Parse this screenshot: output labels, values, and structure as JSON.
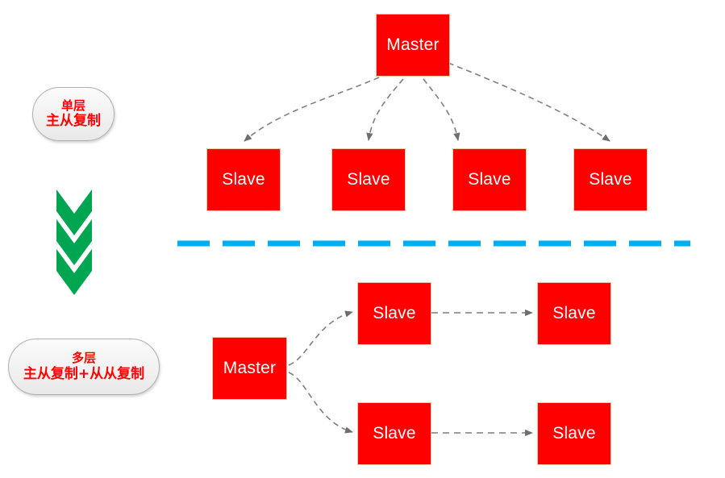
{
  "diagram": {
    "title_top_label": "单层\n主从复制",
    "background": "#ffffff",
    "node_color": "#FF0000",
    "node_text_color": "#ffffff",
    "connector_color": "#7F7F7F",
    "divider_color": "#00AEEF",
    "chevron_color": "#00A551",
    "pill_text_color": "#FF0000"
  },
  "sections": {
    "top": {
      "pill": {
        "line1": "单层",
        "line2": "主从复制"
      },
      "master": {
        "label": "Master"
      },
      "slaves": [
        {
          "label": "Slave"
        },
        {
          "label": "Slave"
        },
        {
          "label": "Slave"
        },
        {
          "label": "Slave"
        }
      ]
    },
    "bottom": {
      "pill": {
        "line1": "多层",
        "line2": "主从复制+从从复制"
      },
      "master": {
        "label": "Master"
      },
      "tier1_slaves": [
        {
          "label": "Slave"
        },
        {
          "label": "Slave"
        }
      ],
      "tier2_slaves": [
        {
          "label": "Slave"
        },
        {
          "label": "Slave"
        }
      ]
    }
  },
  "icons": {
    "chevron_down": "chevron-down-icon",
    "divider": "dashed-divider"
  }
}
